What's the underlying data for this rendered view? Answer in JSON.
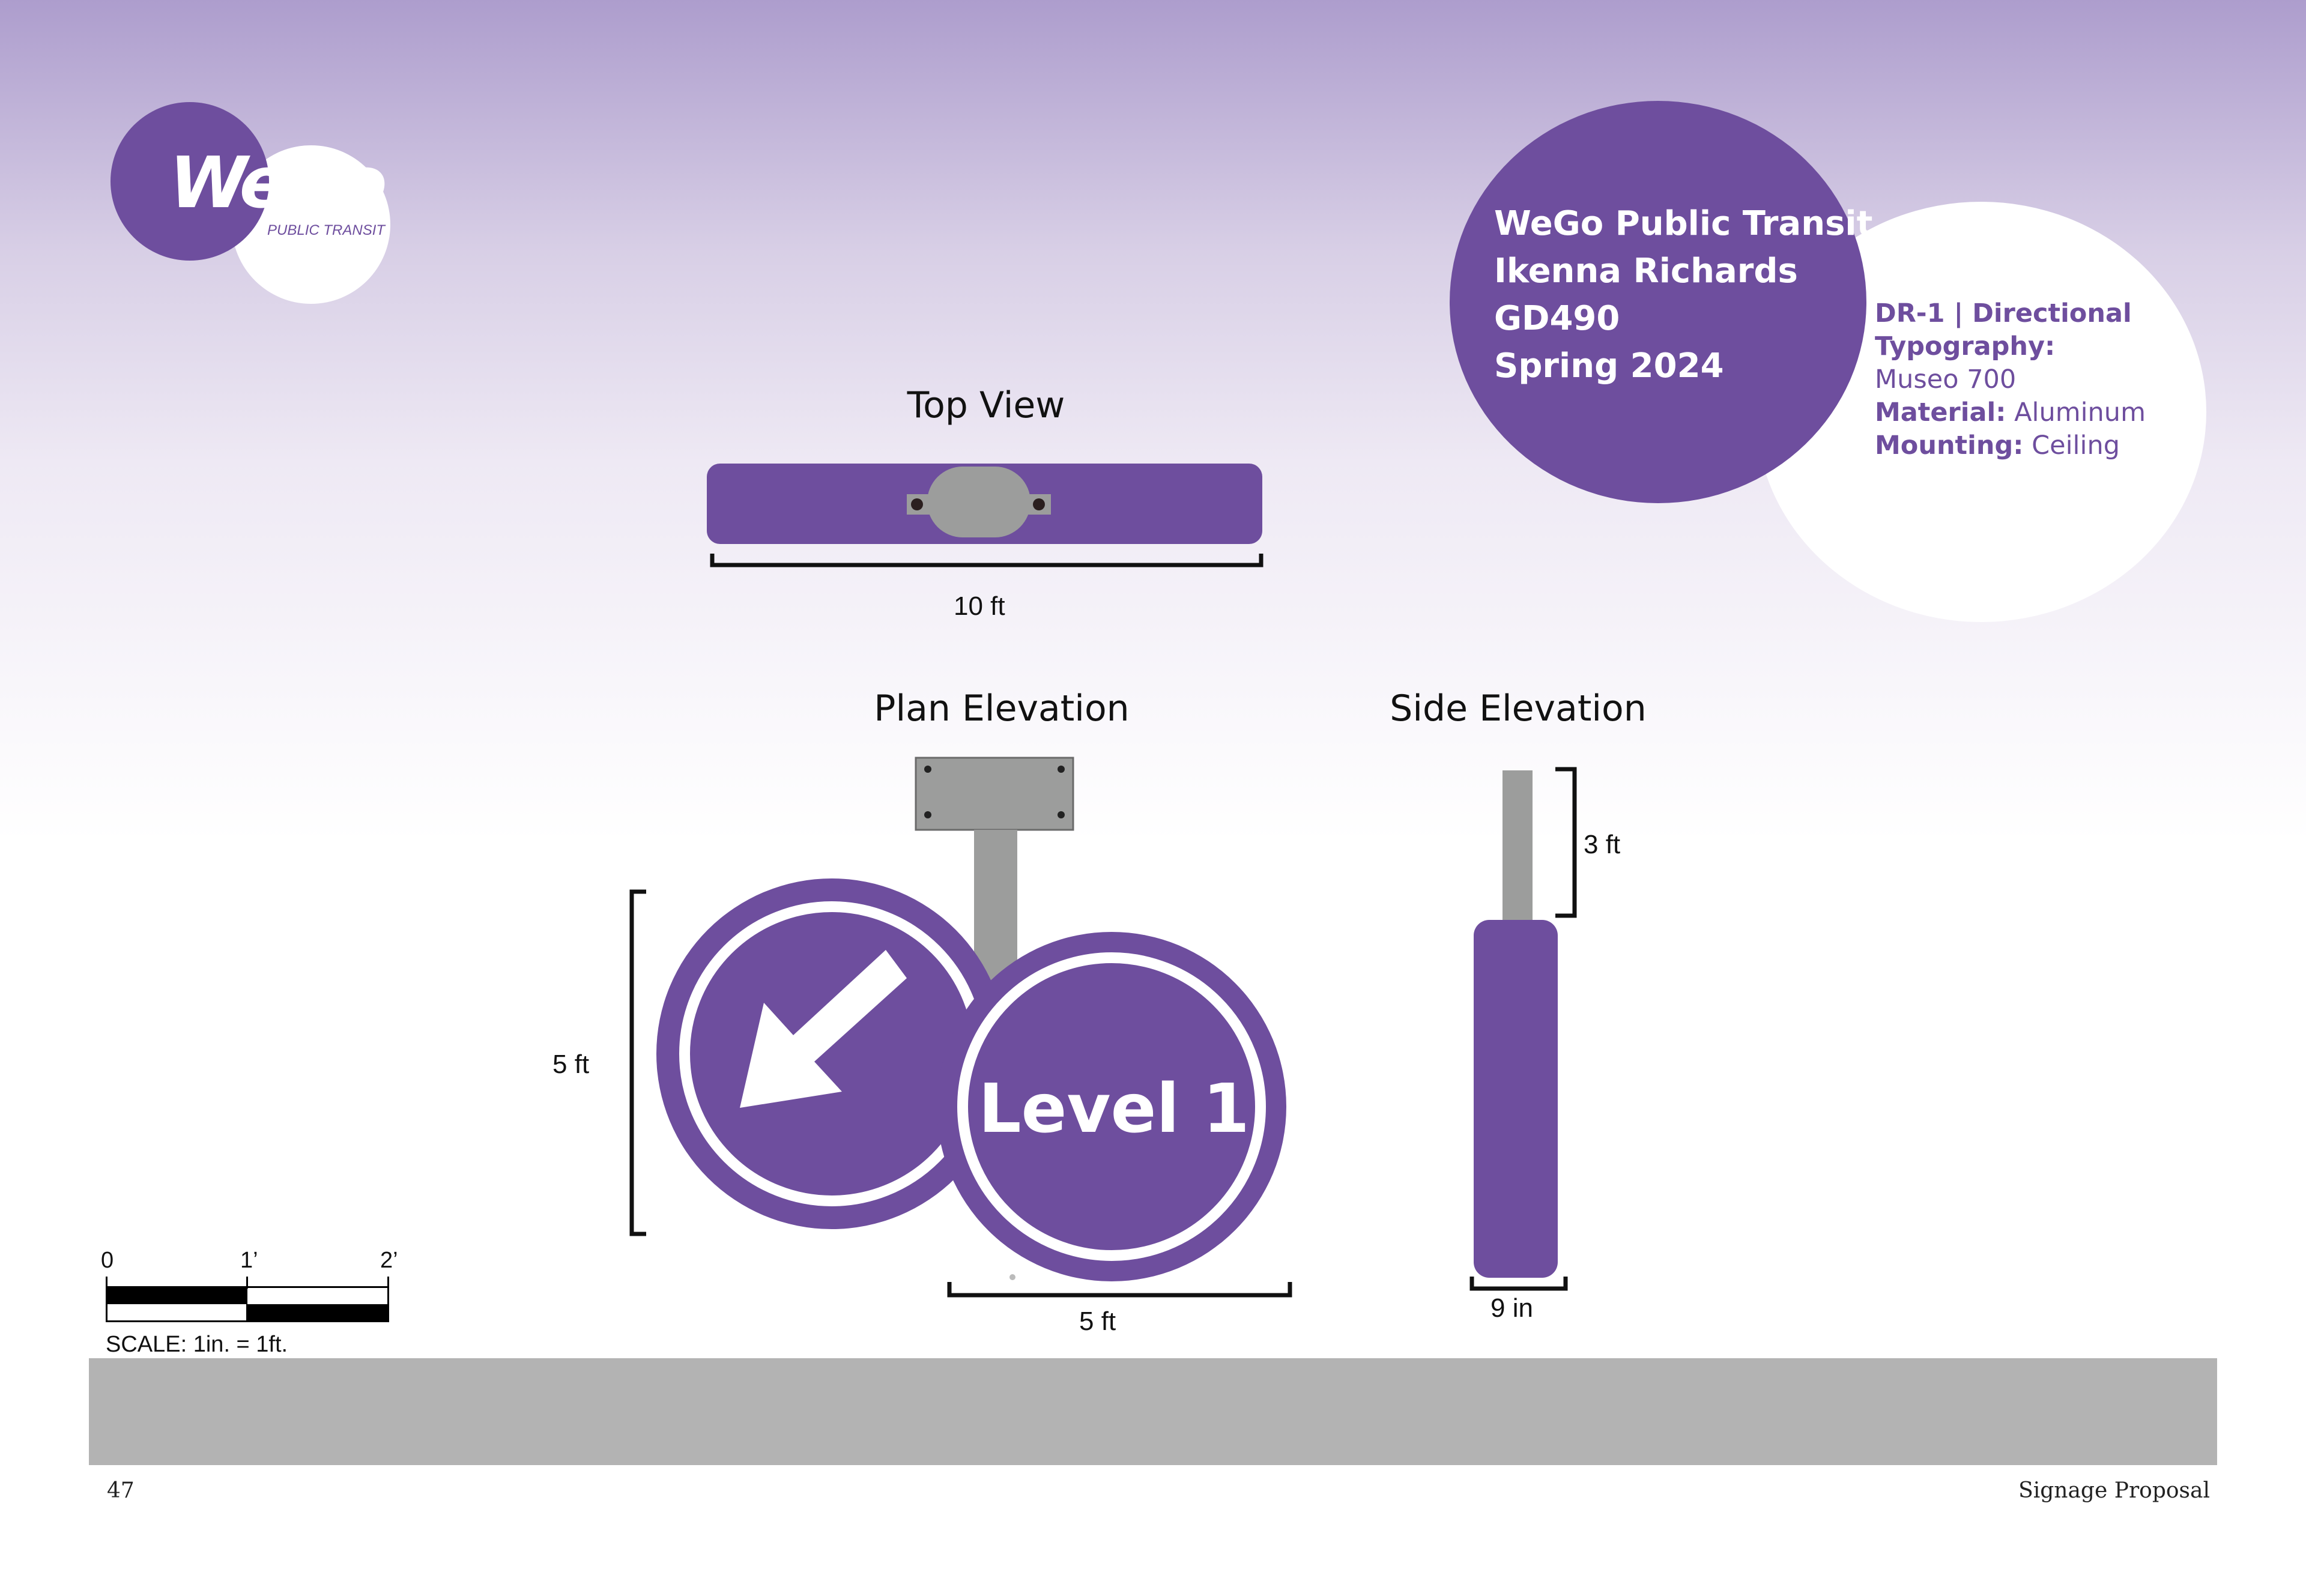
{
  "logo": {
    "brand": "WeGo",
    "tagline": "PUBLIC TRANSIT"
  },
  "info": {
    "lines": [
      "WeGo Public Transit",
      "Ikenna Richards",
      "GD490",
      "Spring 2024"
    ]
  },
  "spec": {
    "code": "DR-1 | Directional",
    "typography_label": "Typography:",
    "typography_value": "Museo 700",
    "material_label": "Material:",
    "material_value": "Aluminum",
    "mounting_label": "Mounting:",
    "mounting_value": "Ceiling"
  },
  "views": {
    "top_title": "Top View",
    "plan_title": "Plan Elevation",
    "side_title": "Side Elevation"
  },
  "dimensions": {
    "top_width": "10 ft",
    "plan_height": "5 ft",
    "plan_width": "5 ft",
    "side_post": "3 ft",
    "side_depth": "9 in"
  },
  "sign": {
    "text": "Level 1"
  },
  "scale": {
    "tick0": "0",
    "tick1": "1’",
    "tick2": "2’",
    "caption": "SCALE: 1in. = 1ft."
  },
  "footer": {
    "page_number": "47",
    "doc_title": "Signage Proposal"
  },
  "colors": {
    "brand_purple": "#6e4e9e",
    "metal_gray": "#9c9d9c",
    "footer_gray": "#b3b3b3"
  }
}
